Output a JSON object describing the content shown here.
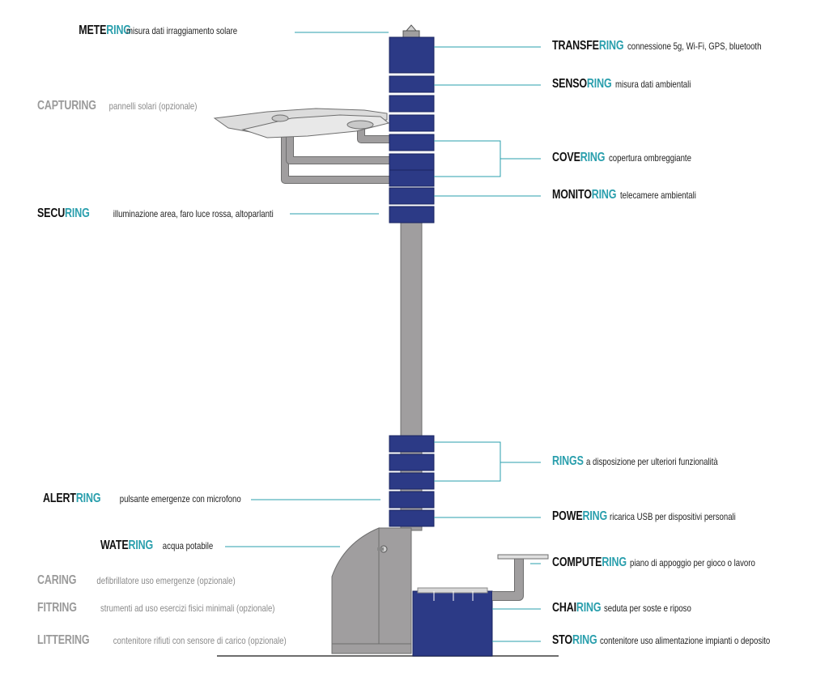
{
  "colors": {
    "module_blue": "#2c3a86",
    "pole_grey": "#a09e9f",
    "ring_accent": "#2a9fad",
    "leader_line": "#2a9fad",
    "optional_grey": "#9a9a9a"
  },
  "labels": {
    "metering": {
      "pre": "METE",
      "ring": "RING",
      "desc": "misura dati irraggiamento solare"
    },
    "capturing": {
      "pre": "CAPTURING",
      "ring": "",
      "desc": "pannelli solari (opzionale)"
    },
    "securing": {
      "pre": "SECU",
      "ring": "RING",
      "desc": "illuminazione area, faro luce rossa, altoparlanti"
    },
    "alertring": {
      "pre": "ALERT",
      "ring": "RING",
      "desc": "pulsante emergenze con microfono"
    },
    "watering": {
      "pre": "WATE",
      "ring": "RING",
      "desc": "acqua potabile"
    },
    "caring": {
      "pre": "CARING",
      "ring": "",
      "desc": "defibrillatore uso emergenze (opzionale)"
    },
    "fitring": {
      "pre": "FITRING",
      "ring": "",
      "desc": "strumenti ad uso esercizi fisici minimali (opzionale)"
    },
    "littering": {
      "pre": "LITTERING",
      "ring": "",
      "desc": "contenitore rifiuti con sensore di carico (opzionale)"
    },
    "transfering": {
      "pre": "TRANSFE",
      "ring": "RING",
      "desc": "connessione 5g, Wi-Fi, GPS, bluetooth"
    },
    "sensoring": {
      "pre": "SENSO",
      "ring": "RING",
      "desc": "misura dati ambientali"
    },
    "covering": {
      "pre": "COVE",
      "ring": "RING",
      "desc": "copertura ombreggiante"
    },
    "monitoring": {
      "pre": "MONITO",
      "ring": "RING",
      "desc": "telecamere ambientali"
    },
    "rings": {
      "pre": "",
      "ring": "RINGS",
      "desc": "a disposizione per ulteriori funzionalità"
    },
    "powering": {
      "pre": "POWE",
      "ring": "RING",
      "desc": "ricarica USB per dispositivi personali"
    },
    "computering": {
      "pre": "COMPUTE",
      "ring": "RING",
      "desc": "piano di appoggio per gioco o lavoro"
    },
    "chairing": {
      "pre": "CHAI",
      "ring": "RING",
      "desc": "seduta per soste e riposo"
    },
    "storing": {
      "pre": "STO",
      "ring": "RING",
      "desc": "contenitore uso alimentazione impianti o deposito"
    }
  }
}
